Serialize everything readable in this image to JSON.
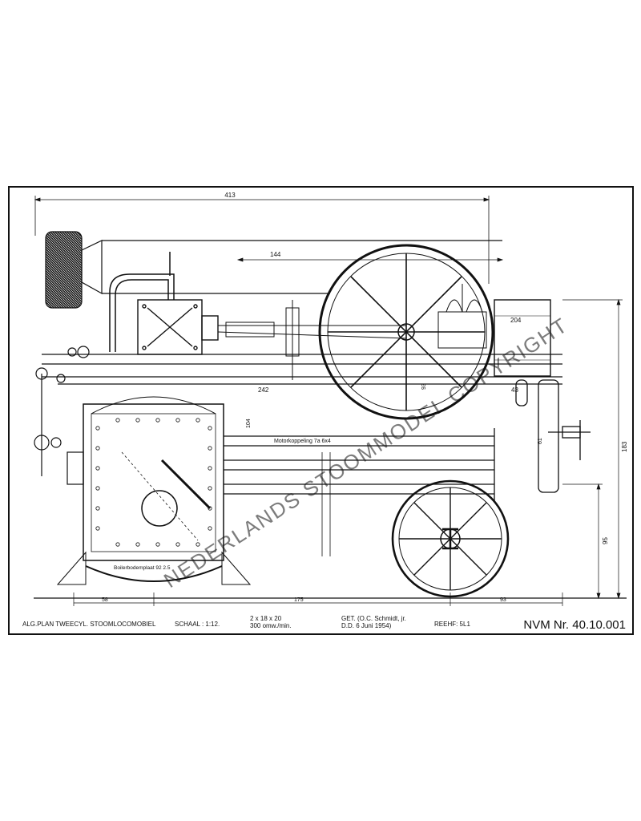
{
  "drawing": {
    "dimensions": {
      "overall_length": "413",
      "chimney_length": "144",
      "flywheel_dia": "204",
      "axle_height_small": "242",
      "flywheel_offset": "93",
      "cylinder_offset": "43",
      "height_total": "183",
      "wheel_height": "95",
      "frame_height": "104",
      "side_small": "61",
      "bottom_left": "58",
      "bottom_middle": "175",
      "bottom_right": "93"
    },
    "labels": {
      "frame_label": "Motorkoppeling 7a 6x4",
      "boiler_label": "Boilerbodemplaat 92 2.5"
    },
    "watermark": "NEDERLANDS STOOMMODEL COPYRIGHT"
  },
  "title_block": {
    "description": "ALG.PLAN TWEECYL. STOOMLOCOMOBIEL",
    "scale": "SCHAAL : 1:12.",
    "cylinders_line1": "2 x 18 x 20",
    "cylinders_line2": "300 omw./min.",
    "drawn_line1": "GET. (O.C. Schmidt, jr.",
    "drawn_line2": "D.D. 6 Juni 1954)",
    "sheet_no": "REEHF: 5L1",
    "catalog_no": "NVM Nr. 40.10.001"
  }
}
